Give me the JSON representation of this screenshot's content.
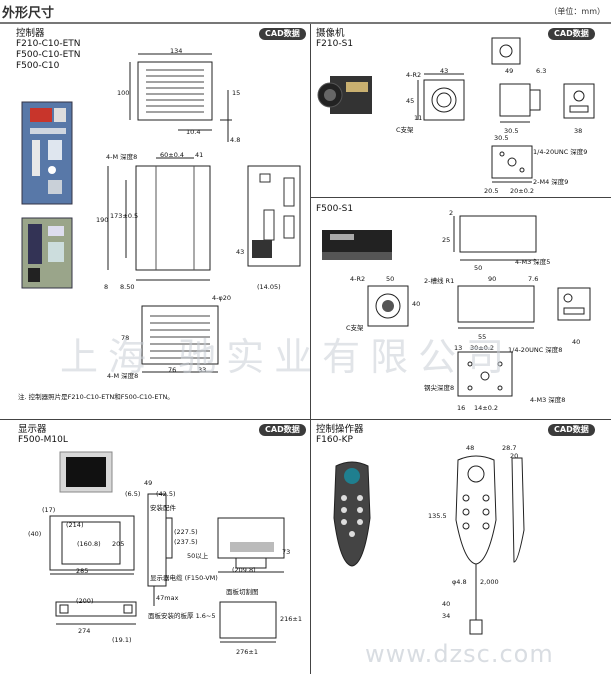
{
  "header": {
    "title": "外形尺寸",
    "unit": "（单位：mm）"
  },
  "controller": {
    "title": "控制器",
    "models": [
      "F210-C10-ETN",
      "F500-C10-ETN",
      "F500-C10"
    ],
    "cad": "CAD数据",
    "note": "注. 控制器照片是F210-C10-ETN和F500-C10-ETN。",
    "dims": {
      "d134": "134",
      "d100": "100",
      "d15": "15",
      "d104": "10.4",
      "d48": "4.8",
      "m4depth8": "4-M 深度8",
      "d60": "60±0.4",
      "d41": "41",
      "d190": "190",
      "d173": "173±0.5",
      "d8": "8",
      "d850": "8.50",
      "d43": "43",
      "d1405": "(14.05)",
      "d4phi": "4-φ20",
      "d78": "78",
      "m4depth8b": "4-M 深度8",
      "d76": "76",
      "d33": "33"
    }
  },
  "camera": {
    "title": "摄像机",
    "model": "F210-S1",
    "cad": "CAD数据",
    "dims": {
      "r4r2": "4-R2",
      "d43": "43",
      "d49": "49",
      "d63": "6.3",
      "d45": "45",
      "d11": "11",
      "cmount": "C支架",
      "d305": "30.5",
      "d38": "38",
      "d305b": "30.5",
      "unc": "1/4-20UNC 深度9",
      "m4": "2-M4 深度9",
      "d205": "20.5",
      "d20": "20±0.2"
    }
  },
  "camera2": {
    "model": "F500-S1",
    "dims": {
      "d2": "2",
      "d25": "25",
      "m3a": "4-M3 深度5",
      "d50": "50",
      "r4r2": "4-R2",
      "d50b": "50",
      "cut": "2-槽线 R1",
      "d90": "90",
      "d76": "7.6",
      "d40": "40",
      "cmount": "C支架",
      "d55": "55",
      "d40b": "40",
      "d13": "13",
      "d30": "30±0.2",
      "unc": "1/4-20UNC 深度8",
      "tri": "钢尖深度8",
      "m3b": "4-M3 深度8",
      "d16": "16",
      "d14": "14±0.2"
    }
  },
  "monitor": {
    "title": "显示器",
    "model": "F500-M10L",
    "cad": "CAD数据",
    "dims": {
      "d49": "49",
      "d65": "(6.5)",
      "d425": "(42.5)",
      "fix": "安装配件",
      "d17": "(17)",
      "d214": "(214)",
      "d2275": "(227.5)",
      "d2375": "(237.5)",
      "d40": "(40)",
      "d1608": "(160.8)",
      "d205": "205",
      "d285": "285",
      "d50": "50以上",
      "d2098": "(209.8)",
      "d73": "73",
      "cable": "显示器电缆 (F150-VM)",
      "d47": "47max",
      "d200": "(200)",
      "d274": "274",
      "d191": "(19.1)",
      "panel": "面板安装的板厚 1.6~5",
      "cutout": "面板切割图",
      "d216": "216±1",
      "d276": "276±1"
    }
  },
  "keypad": {
    "title": "控制操作器",
    "model": "F160-KP",
    "cad": "CAD数据",
    "dims": {
      "d48": "48",
      "d287": "28.7",
      "d20": "20",
      "d1355": "135.5",
      "d48b": "φ4.8",
      "d2000": "2,000",
      "d40": "40",
      "d34": "34"
    }
  },
  "watermark": {
    "cn": "上海 驰实业有限公司",
    "url": "www.dzsc.com"
  }
}
